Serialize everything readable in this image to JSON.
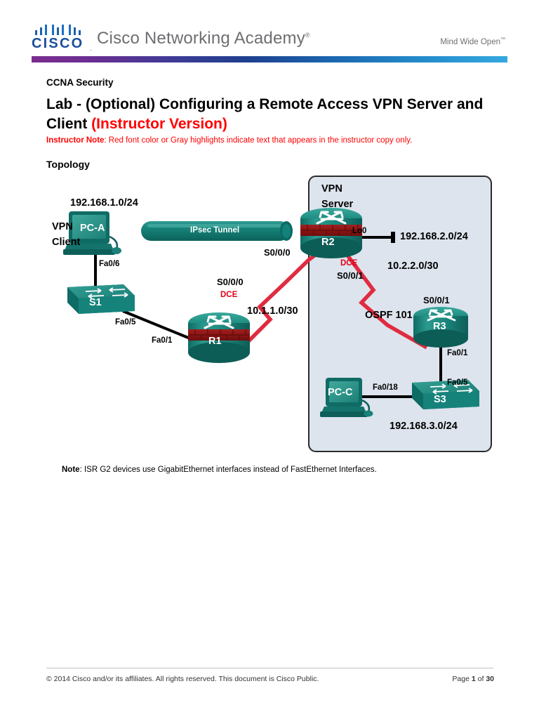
{
  "header": {
    "logo_wordmark": "CISCO",
    "logo_reg": ".",
    "academy_title": "Cisco Networking Academy",
    "academy_reg": "®",
    "tagline": "Mind Wide Open",
    "tagline_reg": "™"
  },
  "document": {
    "course_name": "CCNA Security",
    "lab_title_main": "Lab - (Optional) Configuring a Remote Access VPN Server and Client ",
    "lab_title_instructor": "(Instructor Version)",
    "instructor_note_label": "Instructor Note",
    "instructor_note_text": ": Red font color or Gray highlights indicate text that appears in the instructor copy only.",
    "topology_heading": "Topology",
    "note_label": "Note",
    "note_text": ": ISR G2 devices use GigabitEthernet interfaces instead of FastEthernet Interfaces."
  },
  "topology": {
    "vpn_box_label_line1": "VPN",
    "vpn_box_label_line2": "Server",
    "vpn_client_line1": "VPN",
    "vpn_client_line2": "Client",
    "tunnel_label": "IPsec Tunnel",
    "devices": {
      "pc_a": "PC-A",
      "pc_c": "PC-C",
      "s1": "S1",
      "s3": "S3",
      "r1": "R1",
      "r2": "R2",
      "r3": "R3"
    },
    "networks": {
      "lan1": "192.168.1.0/24",
      "lan2": "192.168.2.0/24",
      "lan3": "192.168.3.0/24",
      "wan_r1_r2": "10.1.1.0/30",
      "wan_r2_r3": "10.2.2.0/30"
    },
    "interfaces": {
      "pca_to_s1": "Fa0/6",
      "s1_to_r1": "Fa0/5",
      "r1_to_s1": "Fa0/1",
      "r1_serial": "S0/0/0",
      "r1_serial_dce": "DCE",
      "r2_serial_left": "S0/0/0",
      "r2_loopback": "Lo0",
      "r2_serial_right": "S0/0/1",
      "r2_serial_right_dce": "DCE",
      "r3_serial": "S0/0/1",
      "r3_to_s3": "Fa0/1",
      "s3_to_r3": "Fa0/5",
      "s3_to_pcc": "Fa0/18"
    },
    "routing_protocol": "OSPF 101"
  },
  "footer": {
    "copyright": "© 2014 Cisco and/or its affiliates. All rights reserved. This document is Cisco Public.",
    "page_prefix": "Page ",
    "page_current": "1",
    "page_mid": " of ",
    "page_total": "30"
  },
  "colors": {
    "instructor_red": "#ff0000",
    "dce_red": "#e0001b",
    "serial_link_red": "#e02b40",
    "device_teal": "#1b8a80",
    "vpn_box_fill": "#dde4ed",
    "accent_purple": "#7b2d8e",
    "accent_blue": "#35a8e0"
  }
}
